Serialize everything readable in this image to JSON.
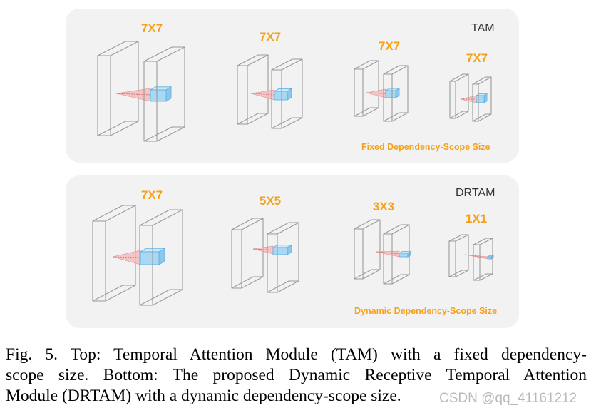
{
  "top_panel": {
    "tag": "TAM",
    "scope_label": "Fixed Dependency-Scope Size",
    "kernels": [
      "7X7",
      "7X7",
      "7X7",
      "7X7"
    ]
  },
  "bottom_panel": {
    "tag": "DRTAM",
    "scope_label": "Dynamic Dependency-Scope Size",
    "kernels": [
      "7X7",
      "5X5",
      "3X3",
      "1X1"
    ]
  },
  "caption": {
    "line1": "Fig. 5.   Top: Temporal Attention Module (TAM) with a fixed dependency-",
    "line2": "scope size. Bottom: The proposed Dynamic Receptive Temporal Attention",
    "line3": "Module (DRTAM) with a dynamic dependency-scope size."
  },
  "watermark": "CSDN @qq_41161212",
  "colors": {
    "kernel_label": "#f5a21a",
    "panel_bg": "#f2f2f2",
    "cube_fill": "#a9d8f2",
    "cube_stroke": "#5aaee0",
    "cone_fill": "#f6b4b4"
  }
}
